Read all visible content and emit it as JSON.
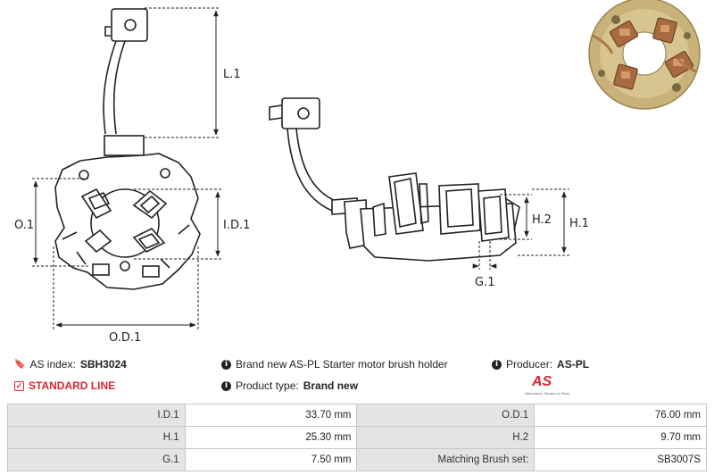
{
  "dimension_labels": {
    "l1": "L.1",
    "o1": "O.1",
    "id1": "I.D.1",
    "od1": "O.D.1",
    "h2": "H.2",
    "h1": "H.1",
    "g1": "G.1"
  },
  "info": {
    "as_index_label": "AS index:",
    "as_index_value": "SBH3024",
    "description": "Brand new AS-PL Starter motor brush holder",
    "producer_label": "Producer:",
    "producer_value": "AS-PL",
    "standard_line": "STANDARD LINE",
    "product_type_label": "Product type:",
    "product_type_value": "Brand new"
  },
  "logo": {
    "text": "AS",
    "tagline": "Alternators, Starters & Parts"
  },
  "specs": [
    [
      {
        "k": "I.D.1",
        "v": "33.70 mm"
      },
      {
        "k": "O.D.1",
        "v": "76.00 mm"
      }
    ],
    [
      {
        "k": "H.1",
        "v": "25.30 mm"
      },
      {
        "k": "H.2",
        "v": "9.70 mm"
      }
    ],
    [
      {
        "k": "G.1",
        "v": "7.50 mm"
      },
      {
        "k": "Matching Brush set:",
        "v": "SB3007S"
      }
    ]
  ],
  "colors": {
    "brand_red": "#d7262f",
    "table_key_bg": "#e4e4e4",
    "table_border": "#c7c7c7"
  },
  "icons": [
    "bookmark-icon",
    "info-icon",
    "check-square-icon"
  ]
}
